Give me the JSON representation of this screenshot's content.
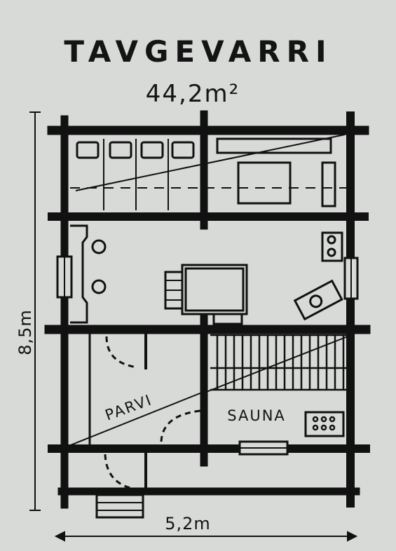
{
  "plan": {
    "title": "TAVGEVARRI",
    "area": "44,2m²",
    "rooms": {
      "loft": "PARVI",
      "sauna": "SAUNA"
    },
    "dimensions": {
      "height": "8,5m",
      "width": "5,2m"
    }
  }
}
